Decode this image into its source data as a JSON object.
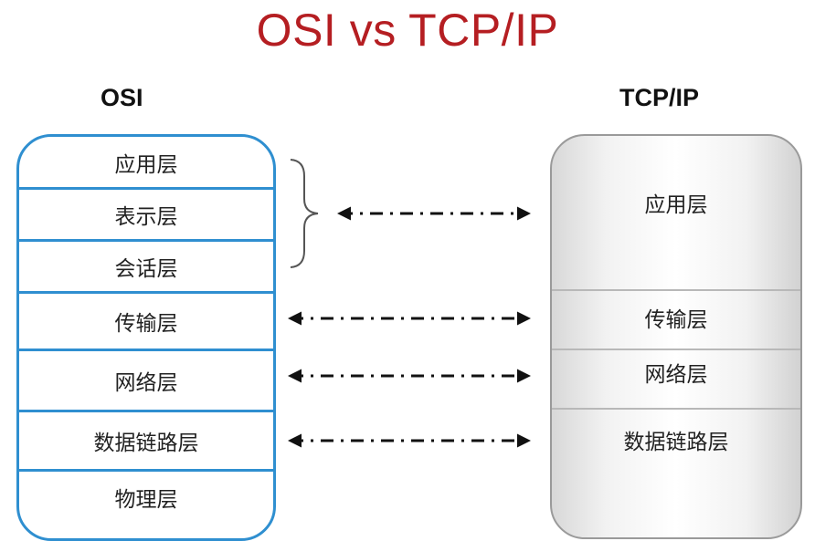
{
  "title": "OSI vs TCP/IP",
  "osi": {
    "heading": "OSI",
    "layers": [
      "应用层",
      "表示层",
      "会话层",
      "传输层",
      "网络层",
      "数据链路层",
      "物理层"
    ]
  },
  "tcp": {
    "heading": "TCP/IP",
    "layers": [
      "应用层",
      "传输层",
      "网络层",
      "数据链路层"
    ]
  },
  "colors": {
    "title": "#b51e22",
    "osi_border": "#2f8fd0",
    "arrow": "#111111"
  },
  "mappings": [
    {
      "osi": [
        "应用层",
        "表示层",
        "会话层"
      ],
      "tcp": "应用层"
    },
    {
      "osi": [
        "传输层"
      ],
      "tcp": "传输层"
    },
    {
      "osi": [
        "网络层"
      ],
      "tcp": "网络层"
    },
    {
      "osi": [
        "数据链路层"
      ],
      "tcp": "数据链路层"
    }
  ]
}
